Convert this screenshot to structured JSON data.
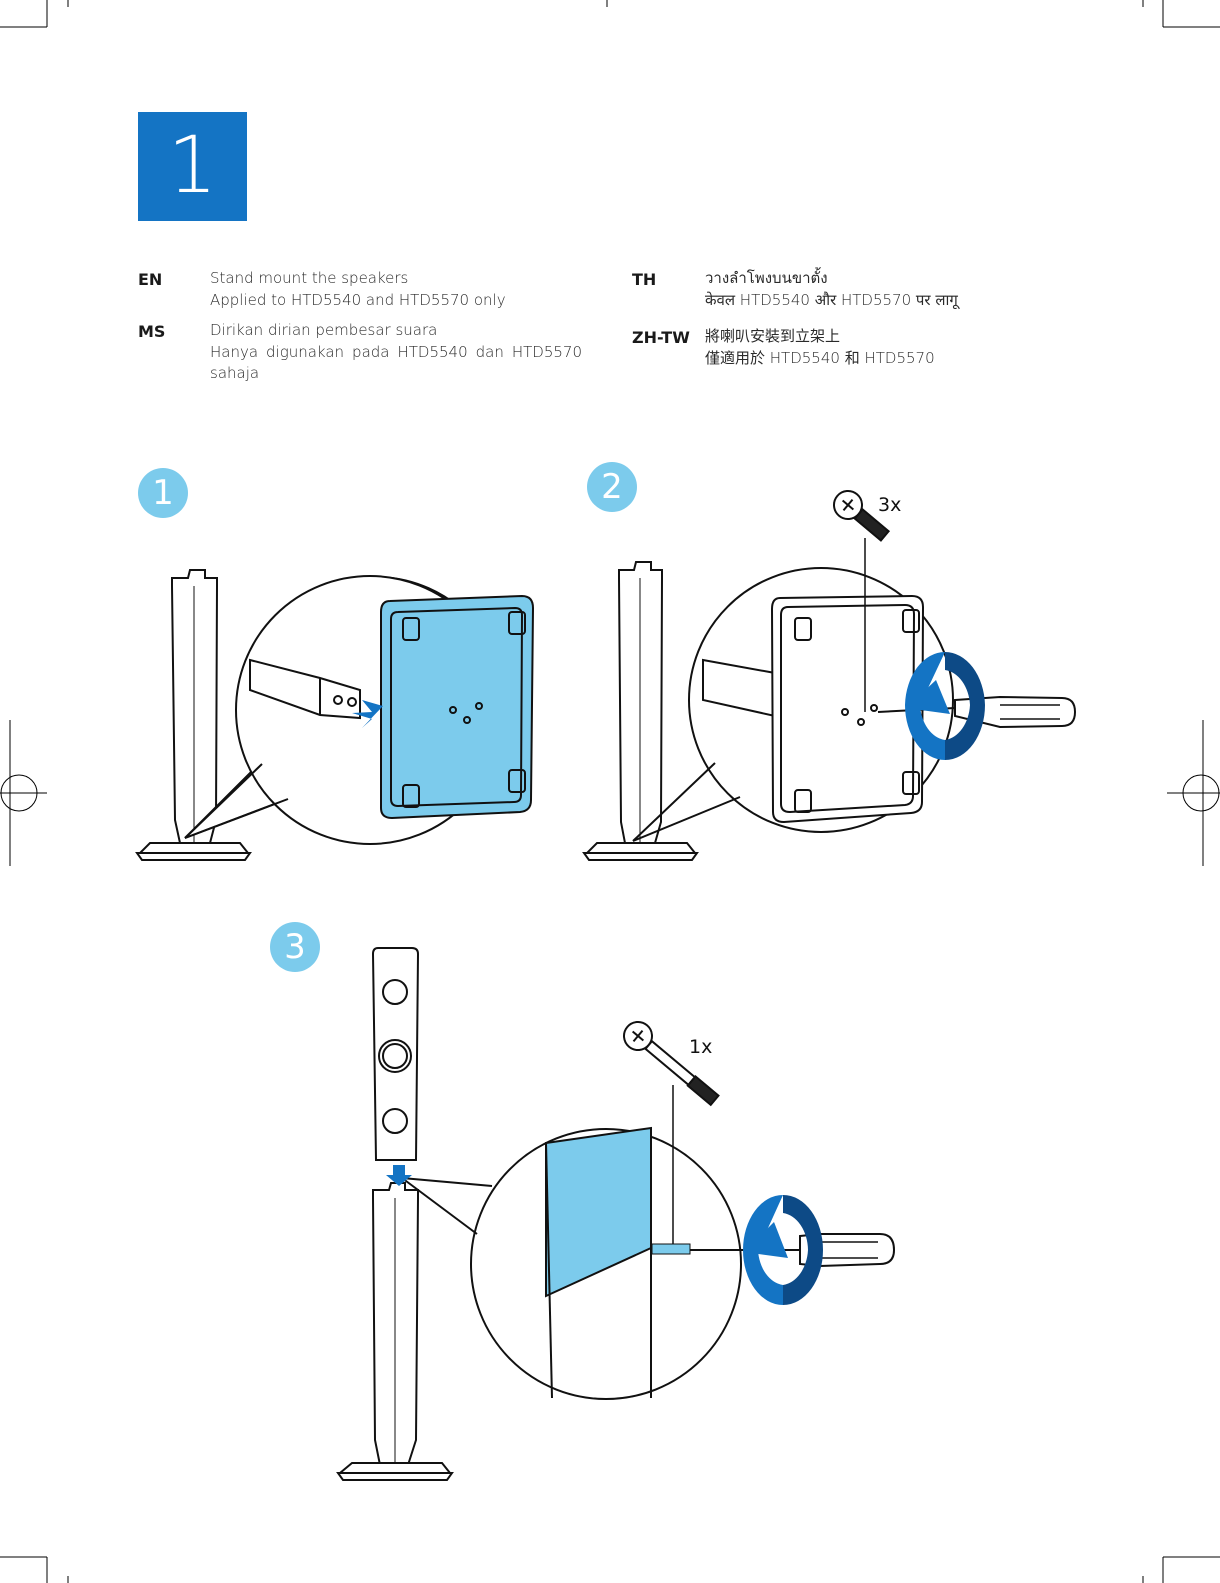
{
  "step": {
    "number": "1"
  },
  "instructions": [
    {
      "code": "EN",
      "lines": [
        "Stand mount the speakers",
        "Applied to HTD5540 and HTD5570 only"
      ]
    },
    {
      "code": "MS",
      "lines": [
        "Dirikan dirian pembesar suara",
        "Hanya digunakan pada HTD5540 dan HTD5570 sahaja"
      ]
    },
    {
      "code": "TH",
      "lines": [
        "วางลำโพงบนขาตั้ง",
        "केवल HTD5540 और HTD5570 पर लागू"
      ]
    },
    {
      "code": "ZH-TW",
      "lines": [
        "將喇叭安裝到立架上",
        "僅適用於 HTD5540 和 HTD5570"
      ]
    }
  ],
  "substeps": [
    {
      "number": "1"
    },
    {
      "number": "2",
      "quantity": "3x"
    },
    {
      "number": "3",
      "quantity": "1x"
    }
  ],
  "colors": {
    "step_box": "#1474c4",
    "badge": "#7ccbec",
    "accent_blue": "#1474c4",
    "dark_blue": "#0d4a86",
    "light_blue": "#7ccbec"
  }
}
